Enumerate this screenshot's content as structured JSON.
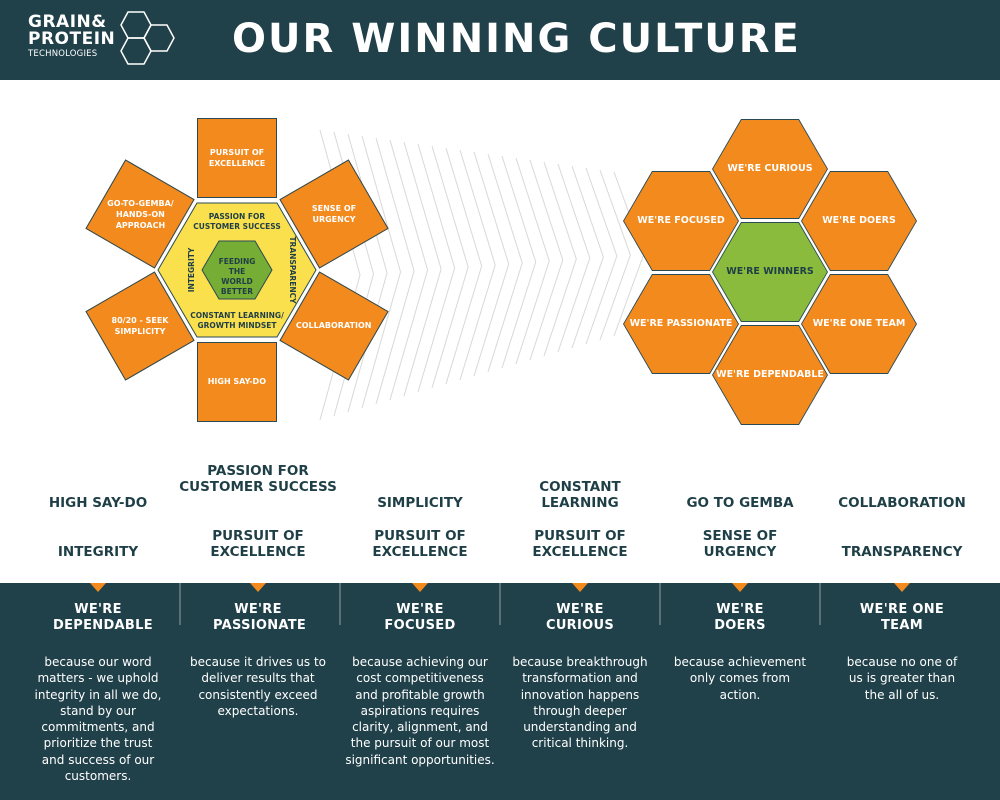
{
  "header": {
    "logo": {
      "line1": "GRAIN&",
      "line2": "PROTEIN",
      "line3": "TECHNOLOGIES"
    },
    "title": "OUR WINNING CULTURE"
  },
  "left_cluster": {
    "center": "FEEDING THE WORLD BETTER",
    "inner": {
      "top": "PASSION FOR CUSTOMER SUCCESS",
      "left": "INTEGRITY",
      "right": "TRANSPARENCY",
      "bottom": "CONSTANT LEARNING/ GROWTH MINDSET"
    },
    "squares": [
      "PURSUIT OF EXCELLENCE",
      "SENSE OF URGENCY",
      "COLLABORATION",
      "HIGH SAY-DO",
      "80/20 - SEEK SIMPLICITY",
      "GO-TO-GEMBA/ HANDS-ON APPROACH"
    ]
  },
  "right_cluster": {
    "center": "WE'RE WINNERS",
    "hexes": [
      "WE'RE CURIOUS",
      "WE'RE DOERS",
      "WE'RE ONE TEAM",
      "WE'RE DEPENDABLE",
      "WE'RE PASSIONATE",
      "WE'RE FOCUSED"
    ]
  },
  "values_row1": [
    "HIGH SAY-DO",
    "PASSION FOR CUSTOMER SUCCESS",
    "SIMPLICITY",
    "CONSTANT LEARNING",
    "GO TO GEMBA",
    "COLLABORATION"
  ],
  "values_row2": [
    "INTEGRITY",
    "PURSUIT OF EXCELLENCE",
    "PURSUIT OF EXCELLENCE",
    "PURSUIT OF EXCELLENCE",
    "SENSE OF URGENCY",
    "TRANSPARENCY"
  ],
  "columns": [
    {
      "title": "WE'RE DEPENDABLE",
      "text": "because our word matters - we uphold integrity in all we do, stand by our commitments, and prioritize the trust and success of our customers."
    },
    {
      "title": "WE'RE PASSIONATE",
      "text": "because it drives us to deliver results that consistently exceed expectations."
    },
    {
      "title": "WE'RE FOCUSED",
      "text": "because achieving our cost competitiveness and profitable growth aspirations requires clarity, alignment, and the pursuit of our most significant opportunities."
    },
    {
      "title": "WE'RE CURIOUS",
      "text": "because breakthrough transformation and innovation happens through deeper understanding and critical thinking."
    },
    {
      "title": "WE'RE DOERS",
      "text": "because achievement only comes from action."
    },
    {
      "title": "WE'RE ONE TEAM",
      "text": "because no one of us is greater than the all of us."
    }
  ],
  "colors": {
    "dark": "#20404a",
    "orange": "#f28a1e",
    "yellow": "#fbe04d",
    "green": "#8bbb3c"
  }
}
